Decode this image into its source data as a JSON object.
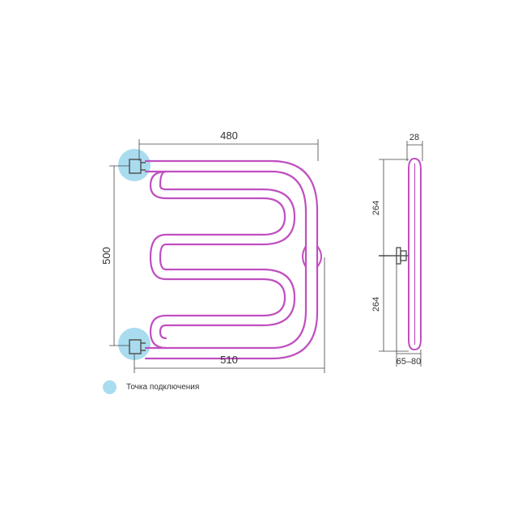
{
  "colors": {
    "pipe": "#c04fc0",
    "connection": "#a9dcef",
    "dimension": "#444444",
    "fitting": "#555555"
  },
  "dimensions": {
    "top_width": "480",
    "height": "500",
    "bottom_width": "510",
    "depth": "28",
    "upper_half": "264",
    "lower_half": "264",
    "wall_distance": "65–80"
  },
  "legend": {
    "label": "Точка подключения"
  }
}
